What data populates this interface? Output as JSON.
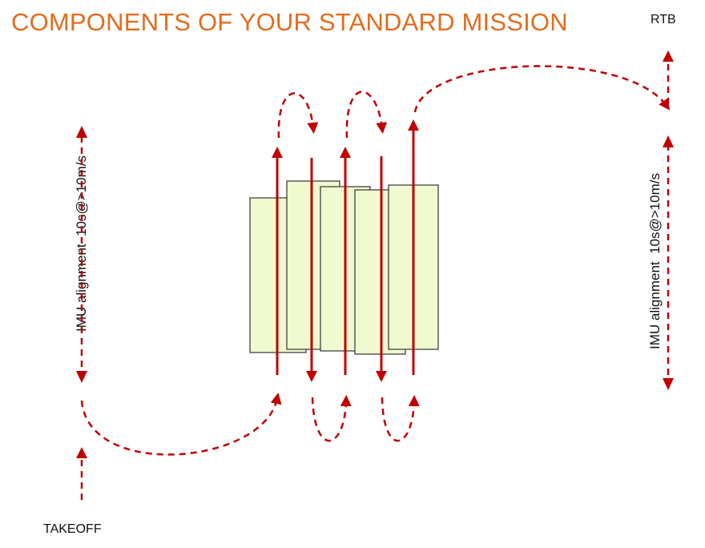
{
  "title": "COMPONENTS OF YOUR STANDARD MISSION",
  "labels": {
    "rtb": "RTB",
    "takeoff": "TAKEOFF",
    "imu_left": "IMU alignment  10s@>10m/s",
    "imu_right": "IMU alignment  10s@>10m/s"
  },
  "colors": {
    "title": "#e36c1e",
    "path": "#c00000",
    "strip_fill": "#effad0",
    "strip_border": "#333333"
  }
}
